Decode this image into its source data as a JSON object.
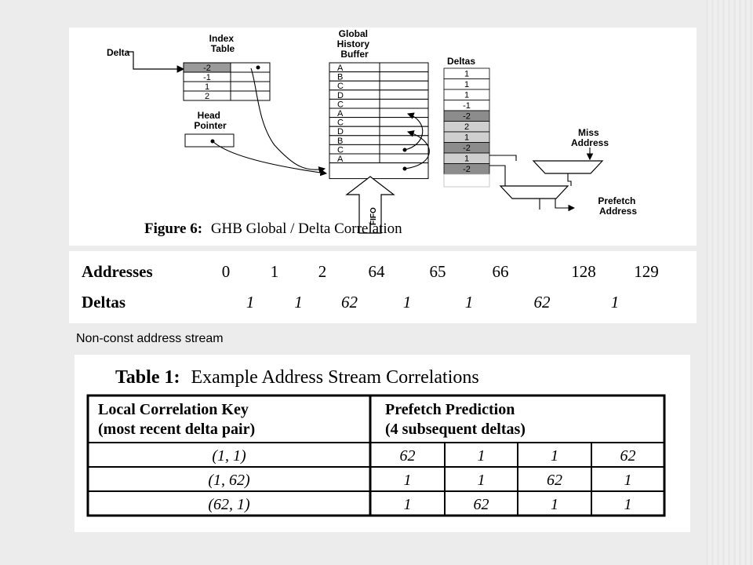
{
  "figure": {
    "labels": {
      "delta": "Delta",
      "index_table": [
        "Index",
        "Table"
      ],
      "ghb": [
        "Global",
        "History",
        "Buffer"
      ],
      "deltas": "Deltas",
      "head_pointer": [
        "Head",
        "Pointer"
      ],
      "miss_address": [
        "Miss",
        "Address"
      ],
      "prefetch_address": [
        "Prefetch",
        "Address"
      ],
      "fifo": "FIFO"
    },
    "index_table_rows": [
      "-2",
      "-1",
      "1",
      "2"
    ],
    "ghb_rows": [
      "A",
      "B",
      "C",
      "D",
      "C",
      "A",
      "C",
      "D",
      "B",
      "C",
      "A"
    ],
    "delta_rows": [
      "1",
      "1",
      "1",
      "-1",
      "-2",
      "2",
      "1",
      "-2",
      "1",
      "-2"
    ],
    "caption_label": "Figure 6:",
    "caption_title": "GHB Global / Delta Correlation"
  },
  "address_stream": {
    "row1_label": "Addresses",
    "addresses": [
      "0",
      "1",
      "2",
      "64",
      "65",
      "66",
      "128",
      "129"
    ],
    "row2_label": "Deltas",
    "deltas": [
      "1",
      "1",
      "62",
      "1",
      "1",
      "62",
      "1"
    ]
  },
  "caption": "Non-const address stream",
  "table": {
    "title_label": "Table 1:",
    "title_text": "Example Address Stream Correlations",
    "header_key": [
      "Local Correlation Key",
      "(most recent delta pair)"
    ],
    "header_pred": [
      "Prefetch Prediction",
      "(4 subsequent deltas)"
    ],
    "rows": [
      {
        "key": "(1, 1)",
        "values": [
          "62",
          "1",
          "1",
          "62"
        ]
      },
      {
        "key": "(1, 62)",
        "values": [
          "1",
          "1",
          "62",
          "1"
        ]
      },
      {
        "key": "(62, 1)",
        "values": [
          "1",
          "62",
          "1",
          "1"
        ]
      }
    ]
  }
}
